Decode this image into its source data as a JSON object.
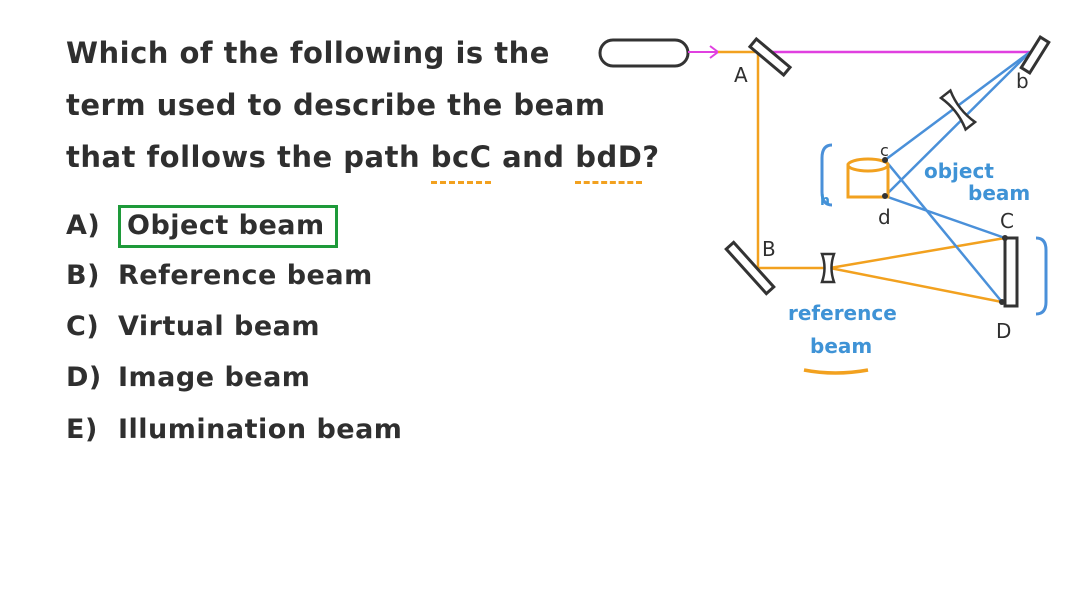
{
  "question": {
    "line1": "Which of the following is the",
    "line2": "term used to describe the beam",
    "line3_prefix": "that follows the path",
    "path1": "bcC",
    "line3_and": "and",
    "path2": "bdD",
    "line3_suffix": "?"
  },
  "options": [
    {
      "letter": "A)",
      "text": "Object beam",
      "selected": true
    },
    {
      "letter": "B)",
      "text": "Reference beam",
      "selected": false
    },
    {
      "letter": "C)",
      "text": "Virtual beam",
      "selected": false
    },
    {
      "letter": "D)",
      "text": "Image beam",
      "selected": false
    },
    {
      "letter": "E)",
      "text": "Illumination beam",
      "selected": false
    }
  ],
  "diagram": {
    "points": {
      "A": "A",
      "B": "B",
      "C": "C",
      "D": "D",
      "b": "b",
      "c": "c",
      "d": "d",
      "h": "h"
    },
    "object_beam_label": [
      "object",
      "beam"
    ],
    "reference_beam_label": [
      "reference",
      "beam"
    ],
    "colors": {
      "laser_beam": "#e040e0",
      "orange_beam": "#f2a11f",
      "blue_beam": "#4a90d9",
      "answer_box": "#1e9a3a"
    }
  }
}
